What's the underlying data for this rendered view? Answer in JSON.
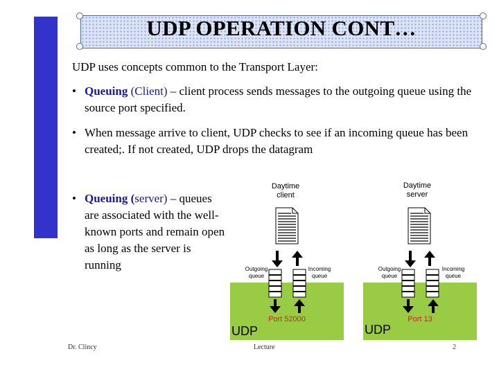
{
  "slide": {
    "title": "UDP OPERATION CONT…",
    "intro": "UDP uses concepts common to the Transport Layer:",
    "bullets": [
      {
        "marker": "•",
        "lead": "Queuing",
        "lead_rest": " (Client)",
        "text": " – client process sends messages to the outgoing queue using the source port specified."
      },
      {
        "marker": "•",
        "text": "When message arrive to client, UDP checks to see if an incoming queue has been created;. If not created, UDP drops the datagram"
      },
      {
        "marker": "•",
        "lead": "Queuing (",
        "lead_rest": "server)",
        "text": " – queues are associated with the well-known ports and remain open as long as the server is running"
      }
    ]
  },
  "diagram": {
    "client": {
      "label_line1": "Daytime",
      "label_line2": "client",
      "outgoing_line1": "Outgoing",
      "outgoing_line2": "queue",
      "incoming_line1": "Incoming",
      "incoming_line2": "queue",
      "port": "Port 52000",
      "layer": "UDP"
    },
    "server": {
      "label_line1": "Daytime",
      "label_line2": "server",
      "outgoing_line1": "Outgoing",
      "outgoing_line2": "queue",
      "incoming_line1": "Incoming",
      "incoming_line2": "queue",
      "port": "Port 13",
      "layer": "UDP"
    },
    "colors": {
      "udp_area": "#99cc44",
      "port_text": "#cc2222"
    }
  },
  "footer": {
    "author": "Dr. Clincy",
    "center": "Lecture",
    "page": "2"
  },
  "colors": {
    "left_bar": "#3333cc",
    "bullet_highlight": "#1a1a99"
  }
}
